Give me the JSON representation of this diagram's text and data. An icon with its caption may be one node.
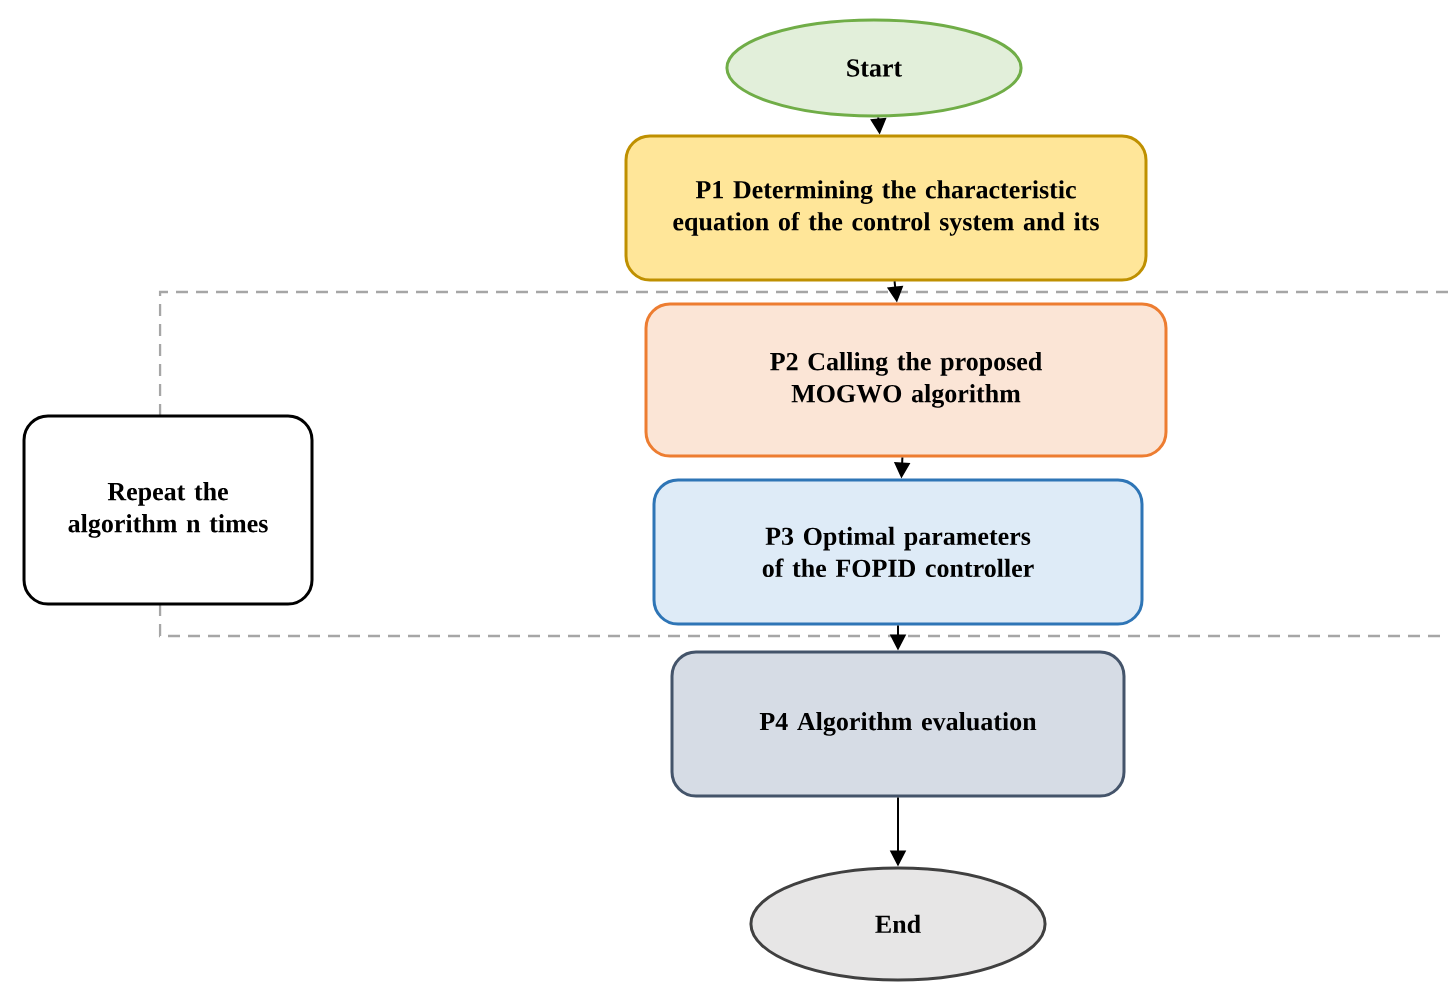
{
  "diagram": {
    "nodes": [
      {
        "text": [
          "Start"
        ]
      },
      {
        "text": [
          "P1 Determining the characteristic equation of the control system and its"
        ]
      },
      {
        "text": [
          "P2 Calling the proposed MOGWO algorithm"
        ]
      },
      {
        "text": [
          "P3 Optimal parameters of the FOPID controller"
        ]
      },
      {
        "text": [
          "P4 Algorithm evaluation"
        ]
      },
      {
        "text": [
          "End"
        ]
      },
      {
        "text": [
          "Repeat the algorithm n times"
        ]
      }
    ],
    "edges": [
      {
        "from": 0,
        "to": 1,
        "arrow": "to"
      },
      {
        "from": 1,
        "to": 2,
        "arrow": "to"
      },
      {
        "from": 2,
        "to": 3,
        "arrow": "to"
      },
      {
        "from": 3,
        "to": 4,
        "arrow": "to"
      },
      {
        "from": 4,
        "to": 5,
        "arrow": "to"
      }
    ]
  }
}
